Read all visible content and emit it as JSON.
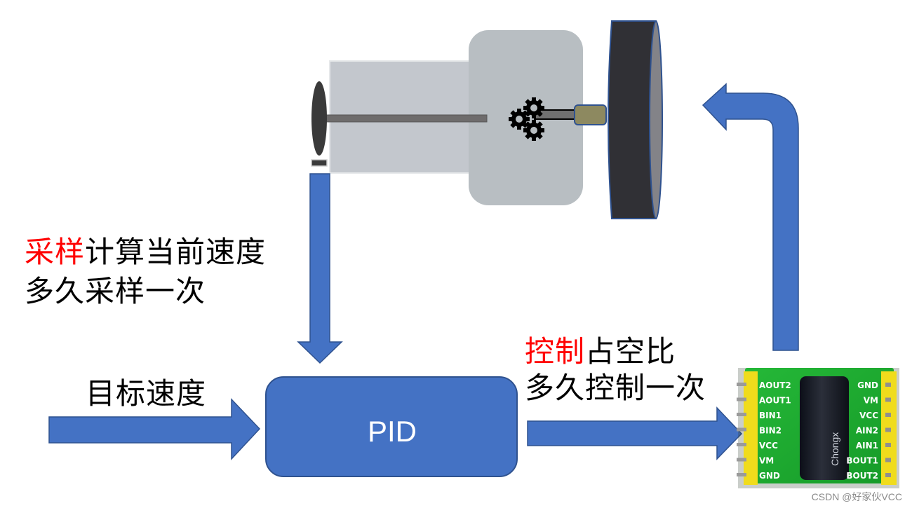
{
  "diagram": {
    "title": "PID motor speed control loop",
    "colors": {
      "arrow": "#4472c4",
      "arrow_border": "#2f528f",
      "pid_box": "#4472c4",
      "highlight": "#ff0000",
      "motor_body": "#c3c7cd",
      "gearbox": "#b8bec2",
      "wheel": "#303035",
      "wheel_face": "#7f7f84",
      "coupler": "#8d8960",
      "pcb": "#1fae2f",
      "pins": "#f0dc1c"
    },
    "sampling_text": {
      "line1_highlight": "采样",
      "line1_rest": "计算当前速度",
      "line2": "多久采样一次"
    },
    "target_text": "目标速度",
    "pid_label": "PID",
    "control_text": {
      "line1_highlight": "控制",
      "line1_rest": "占空比",
      "line2": "多久控制一次"
    },
    "driver_board": {
      "left_pins": [
        "AOUT2",
        "AOUT1",
        "BIN1",
        "BIN2",
        "VCC",
        "VM",
        "GND"
      ],
      "right_pins": [
        "GND",
        "VM",
        "VCC",
        "AIN2",
        "AIN1",
        "BOUT1",
        "BOUT2"
      ],
      "capacitor_text": "Chongx"
    },
    "icons": {
      "encoder_disc": "encoder-disc-icon",
      "encoder_sensor": "encoder-sensor-icon",
      "gears": "gears-icon",
      "wheel": "wheel-icon"
    }
  },
  "watermark": "CSDN @好家伙VCC"
}
